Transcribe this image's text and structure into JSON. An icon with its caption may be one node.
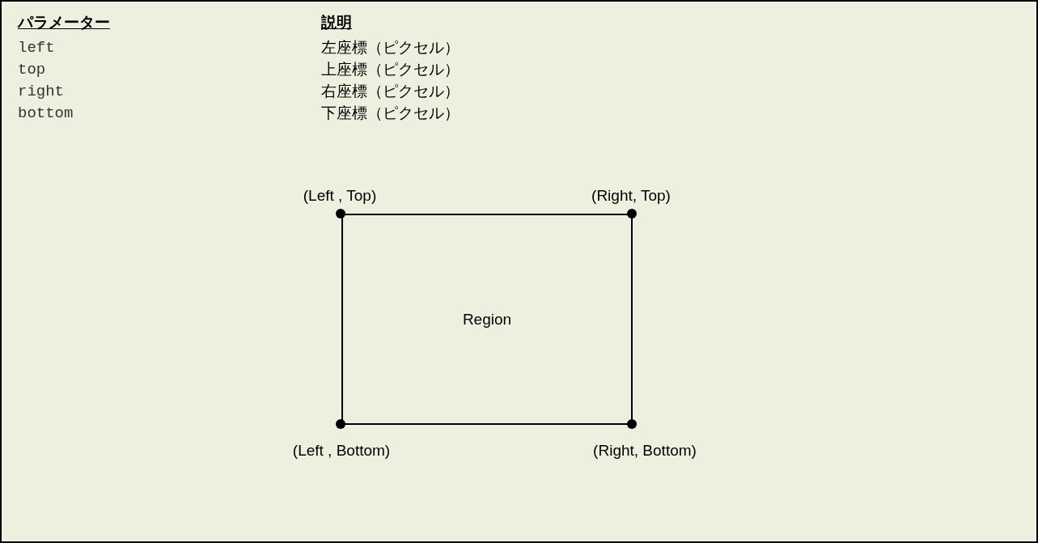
{
  "diagram": {
    "nodes": [
      {
        "text": [
          "Region"
        ]
      }
    ],
    "labels": [
      "パラメーター",
      "説明",
      "left",
      "左座標（ピクセル）",
      "top",
      "上座標（ピクセル）",
      "right",
      "右座標（ピクセル）",
      "bottom",
      "下座標（ピクセル）",
      "(Left , Top)",
      "(Right, Top)",
      "(Left , Bottom)",
      "(Right, Bottom)"
    ]
  }
}
